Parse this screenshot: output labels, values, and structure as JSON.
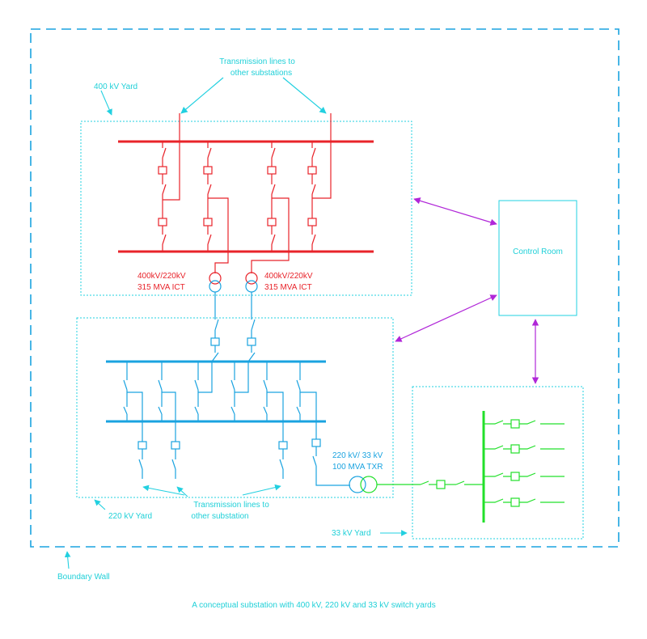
{
  "colors": {
    "hv": "#e8232a",
    "mv": "#1aa3e0",
    "lv": "#22e02a",
    "frame": "#22d0e0",
    "boundary": "#1aa3e0",
    "link": "#b026d8",
    "txt_red": "#e8232a",
    "txt_cyan": "#1fd0d8"
  },
  "labels": {
    "tx_lines_top_1": "Transmission lines to",
    "tx_lines_top_2": "other substations",
    "yard_400": "400 kV Yard",
    "ict_left_1": "400kV/220kV",
    "ict_left_2": "315 MVA  ICT",
    "ict_right_1": "400kV/220kV",
    "ict_right_2": "315 MVA  ICT",
    "control_room": "Control Room",
    "txr_1": "220 kV/ 33 kV",
    "txr_2": "100 MVA TXR",
    "tx_lines_bottom_1": "Transmission lines to",
    "tx_lines_bottom_2": "other substation",
    "yard_220": "220 kV Yard",
    "yard_33": "33 kV Yard",
    "boundary_wall": "Boundary Wall",
    "caption": "A conceptual substation with 400 kV, 220 kV and 33 kV switch yards"
  }
}
